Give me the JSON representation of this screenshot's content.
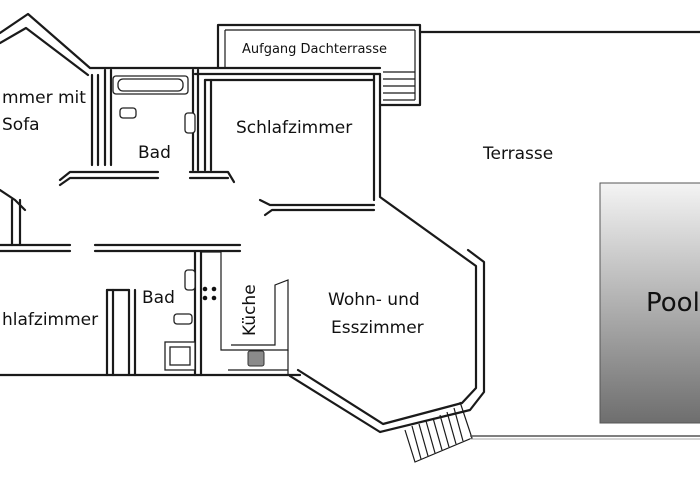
{
  "rooms": {
    "wohnzimmer_sofa_line1": "mmer mit",
    "wohnzimmer_sofa_line2": "Sofa",
    "bad_upper": "Bad",
    "schlafzimmer_upper": "Schlafzimmer",
    "schlafzimmer_lower": "hlafzimmer",
    "bad_lower": "Bad",
    "kueche": "Küche",
    "wohn_ess_line1": "Wohn- und",
    "wohn_ess_line2": "Esszimmer",
    "terrasse": "Terrasse",
    "aufgang": "Aufgang Dachterrasse",
    "pool": "Pool"
  },
  "colors": {
    "wall": "#1a1a1a",
    "pool_dark": "#6e6e6e",
    "pool_light": "#f4f4f4"
  }
}
